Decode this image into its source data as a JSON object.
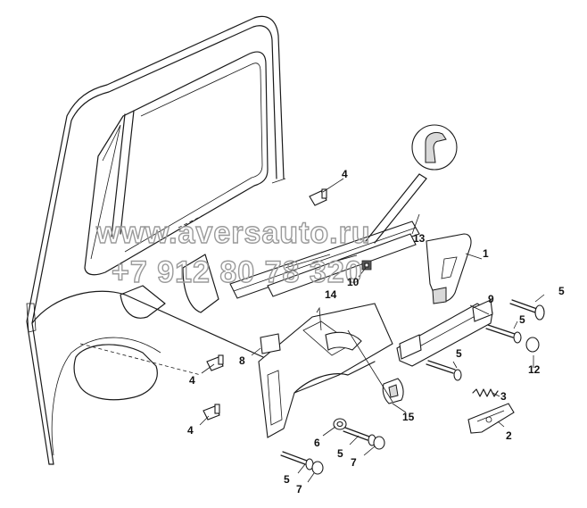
{
  "watermark": {
    "line1": "www.aversauto.ru",
    "line2": "+7 912 80 78 320"
  },
  "callouts": [
    {
      "id": "c1",
      "text": "1"
    },
    {
      "id": "c2",
      "text": "2"
    },
    {
      "id": "c3",
      "text": "3"
    },
    {
      "id": "c4a",
      "text": "4"
    },
    {
      "id": "c4b",
      "text": "4"
    },
    {
      "id": "c4c",
      "text": "4"
    },
    {
      "id": "c5a",
      "text": "5"
    },
    {
      "id": "c5b",
      "text": "5"
    },
    {
      "id": "c5c",
      "text": "5"
    },
    {
      "id": "c5d",
      "text": "5"
    },
    {
      "id": "c5e",
      "text": "5"
    },
    {
      "id": "c6",
      "text": "6"
    },
    {
      "id": "c7a",
      "text": "7"
    },
    {
      "id": "c7b",
      "text": "7"
    },
    {
      "id": "c8",
      "text": "8"
    },
    {
      "id": "c9",
      "text": "9"
    },
    {
      "id": "c10",
      "text": "10"
    },
    {
      "id": "c12",
      "text": "12"
    },
    {
      "id": "c13",
      "text": "13"
    },
    {
      "id": "c14",
      "text": "14"
    },
    {
      "id": "c15",
      "text": "15"
    }
  ]
}
